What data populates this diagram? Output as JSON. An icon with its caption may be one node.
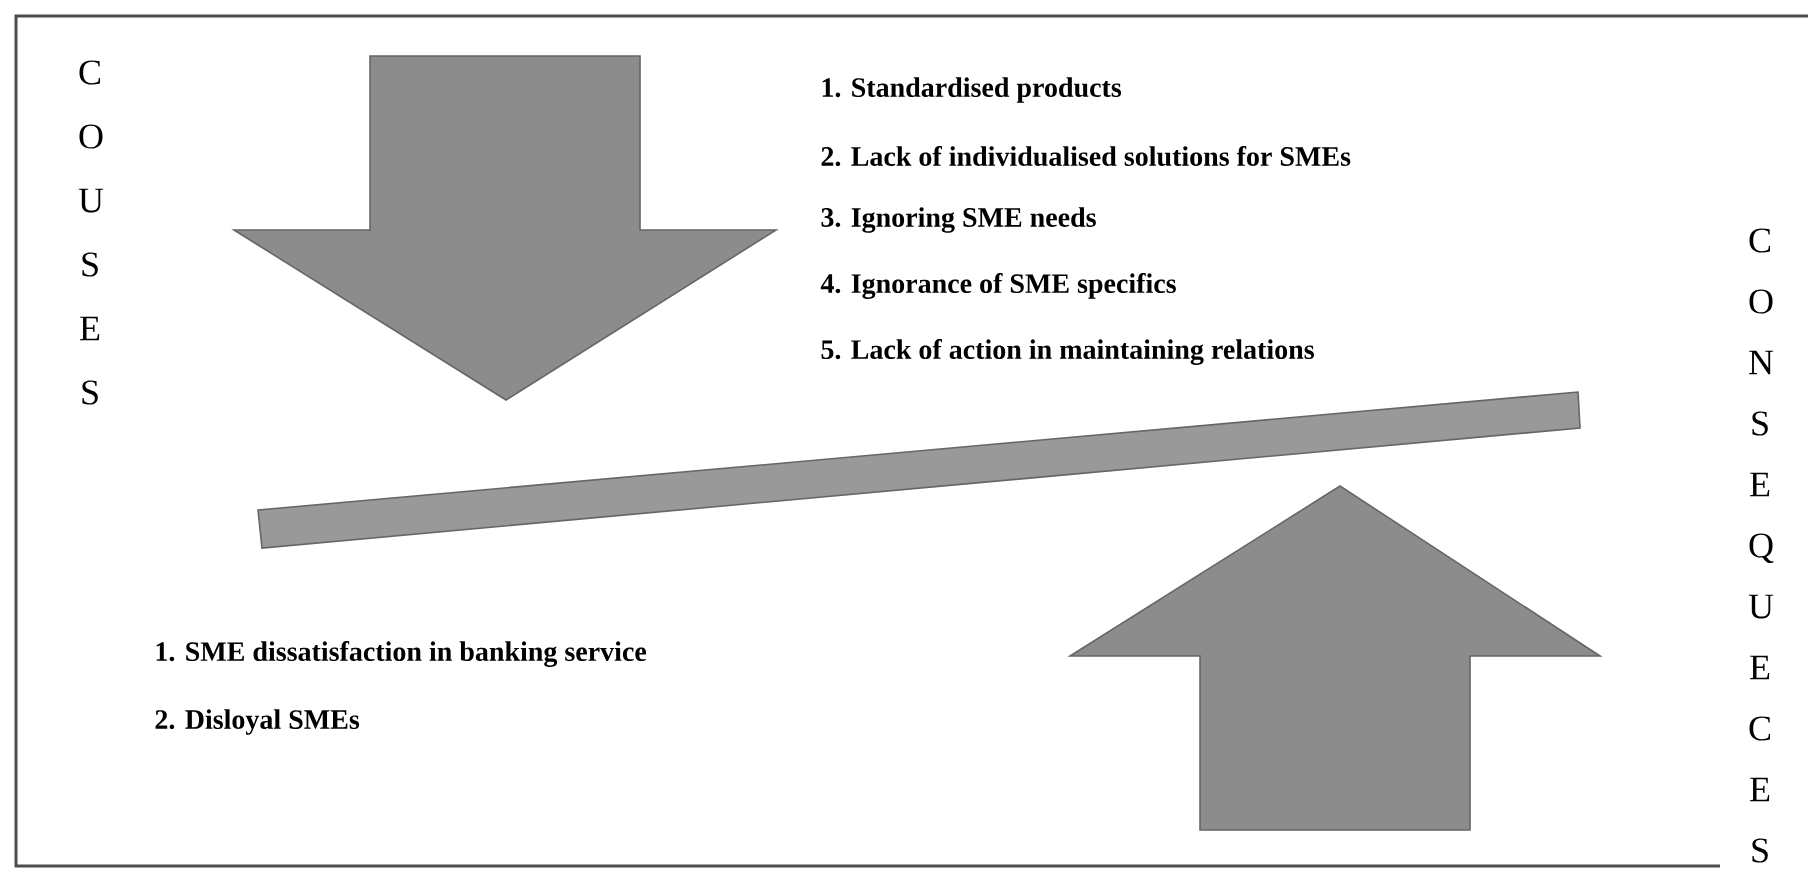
{
  "diagram": {
    "labels": [
      "C O U S E S",
      "1. Standardised products",
      "2. Lack of individualised solutions for SMEs",
      "3. Ignoring SME needs",
      "4. Ignorance of SME specifics",
      "5. Lack of action in maintaining relations",
      "C O N S E Q U E C E S",
      "1. SME dissatisfaction in banking service",
      "2. Disloyal SMEs"
    ]
  }
}
